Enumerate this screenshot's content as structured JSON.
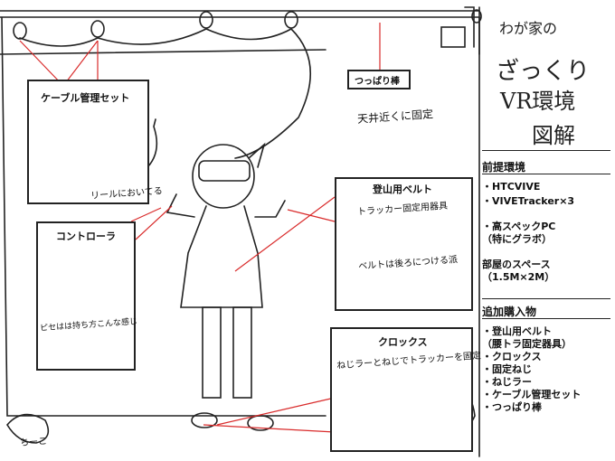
{
  "title": {
    "line1": "わが家の",
    "line2": "ざっくり",
    "line3": "VR環境",
    "line4": "図解"
  },
  "labels": {
    "cable_set": "ケーブル管理セット",
    "tension_rod": "つっぱり棒",
    "controller": "コントローラ",
    "belt": "登山用ベルト",
    "crocs": "クロックス"
  },
  "notes": {
    "reel": "リールにおいてる",
    "ceiling": "天井近くに固定",
    "tracker_holder": "トラッカー固定用器具",
    "belt_back": "ベルトは後ろにつける派",
    "controller_grip": "ピセはは持ち方こんな感じ",
    "crocs_note": "ねじラーとねじでトラッカーを固定",
    "signature": "ちーこ"
  },
  "sidebar": {
    "prereq_title": "前提環境",
    "prereq_items": [
      "・HTCVIVE",
      "・VIVETracker×3",
      "・高スペックPC",
      "（特にグラボ）",
      "部屋のスペース",
      "（1.5M×2M）"
    ],
    "extra_title": "追加購入物",
    "extra_items": [
      "・登山用ベルト",
      "（腰トラ固定器具）",
      "・クロックス",
      "・固定ねじ",
      "・ねじラー",
      "・ケーブル管理セット",
      "・つっぱり棒"
    ]
  }
}
